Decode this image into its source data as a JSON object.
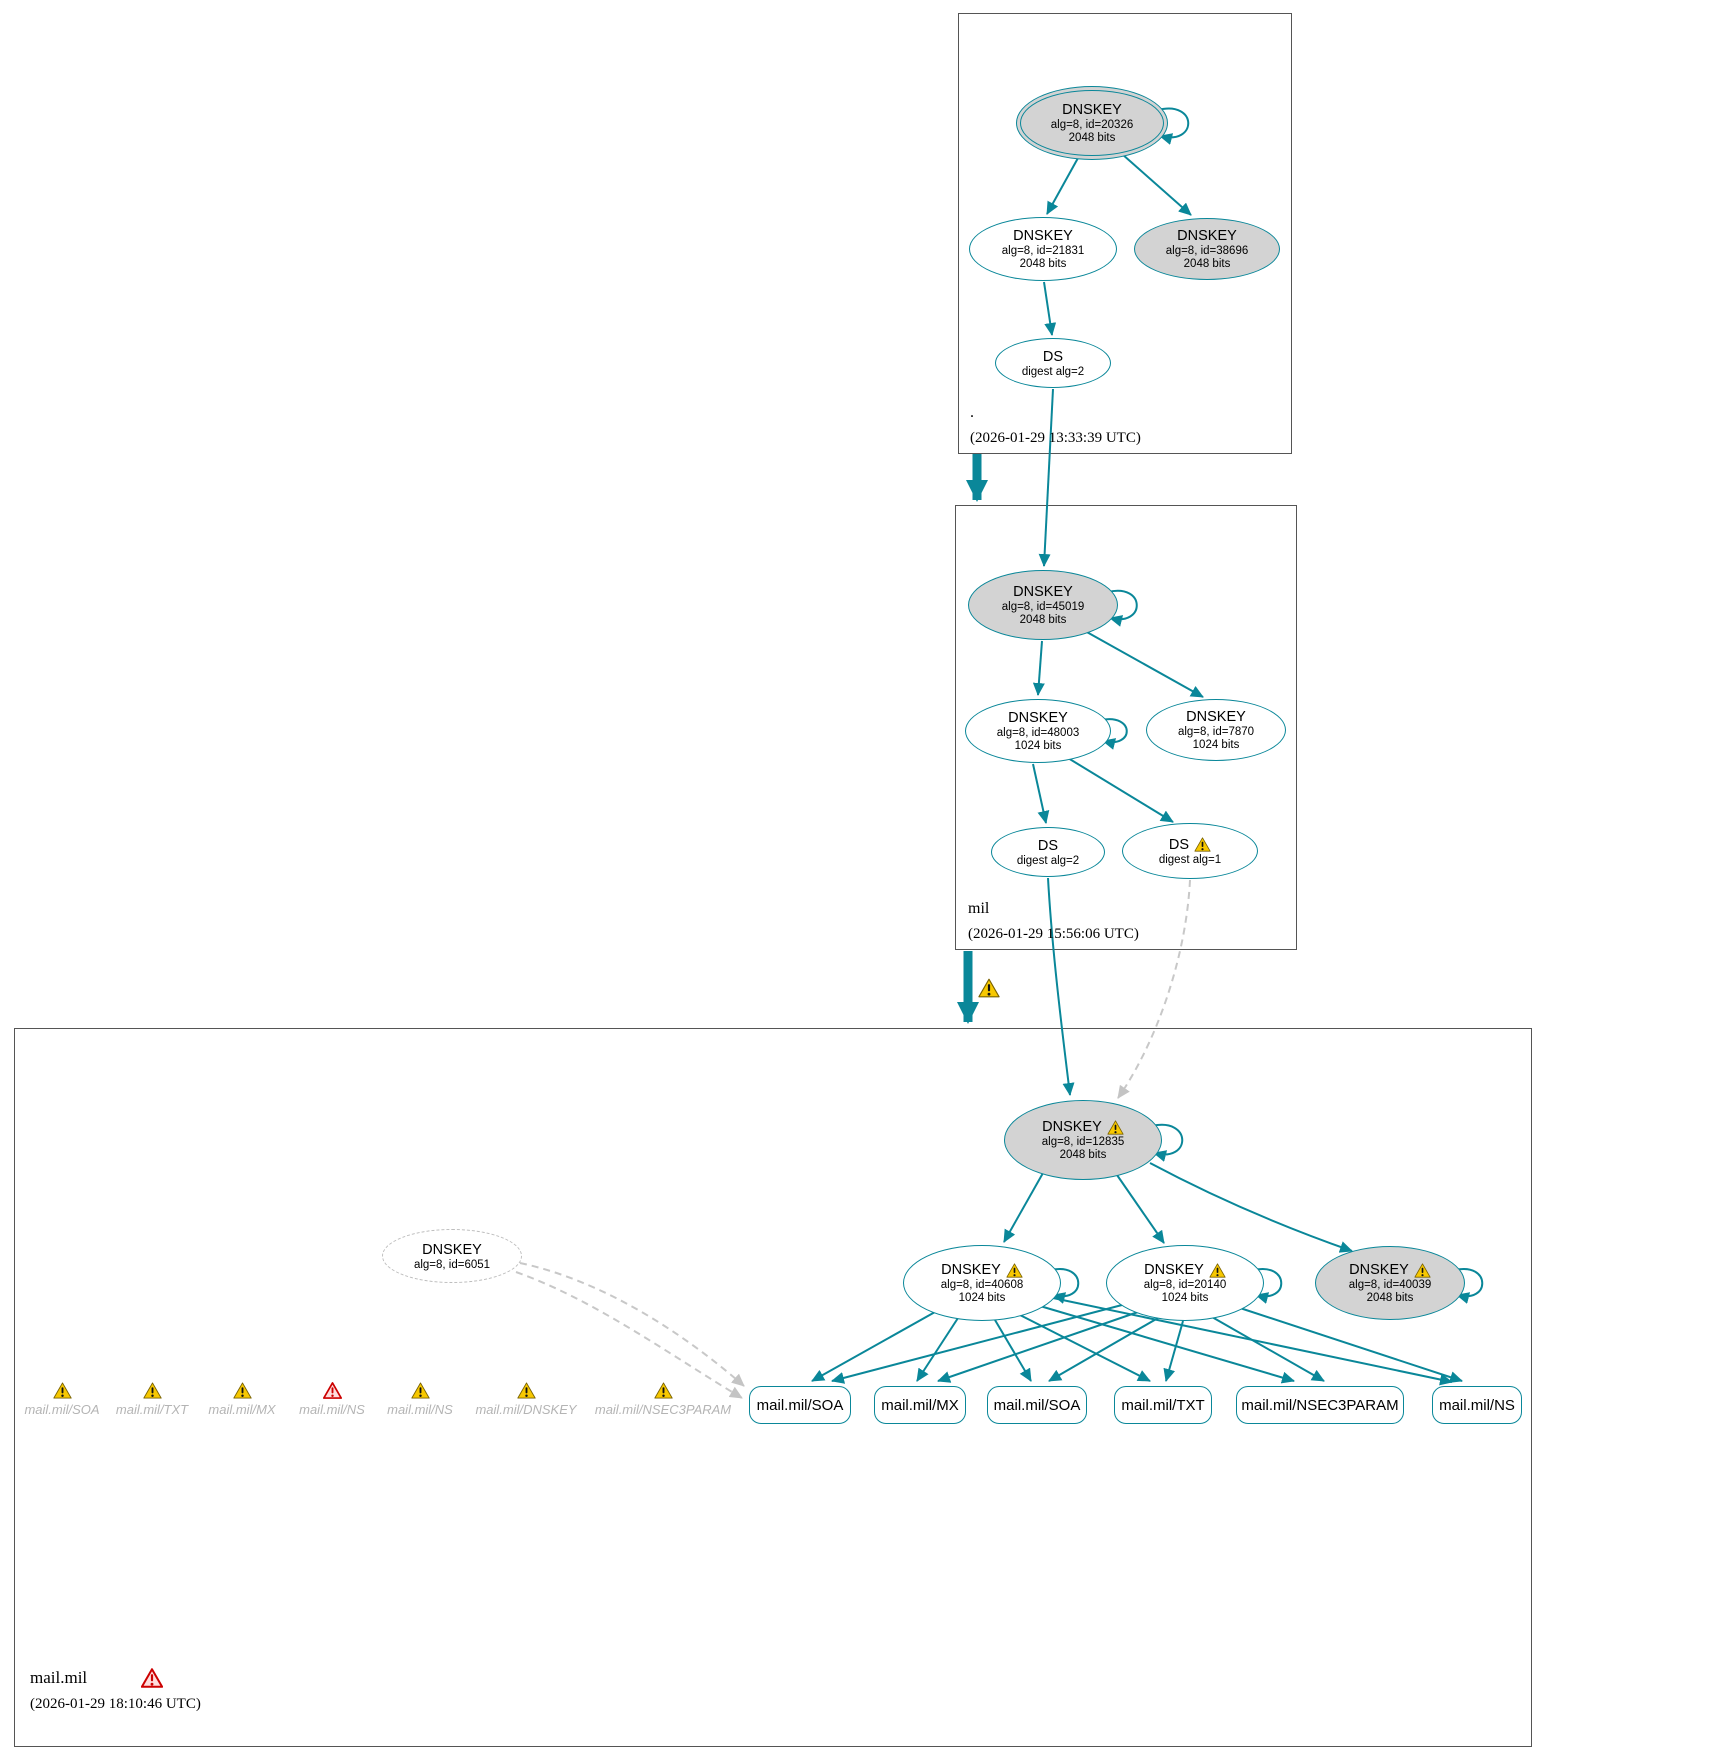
{
  "colors": {
    "edge_teal": "#0a8799",
    "ksk_fill_gray": "#d3d3d3",
    "warning_yellow": "#f7c800",
    "error_red": "#cc0000",
    "ghost_gray": "#b4b4b4"
  },
  "zones": {
    "root": {
      "label": ".",
      "timestamp": "(2026-01-29 13:33:39 UTC)",
      "nodes": {
        "ksk20326": {
          "title": "DNSKEY",
          "line2": "alg=8, id=20326",
          "line3": "2048 bits"
        },
        "zsk21831": {
          "title": "DNSKEY",
          "line2": "alg=8, id=21831",
          "line3": "2048 bits"
        },
        "key38696": {
          "title": "DNSKEY",
          "line2": "alg=8, id=38696",
          "line3": "2048 bits"
        },
        "ds": {
          "title": "DS",
          "line2": "digest alg=2"
        }
      }
    },
    "mil": {
      "label": "mil",
      "timestamp": "(2026-01-29 15:56:06 UTC)",
      "nodes": {
        "ksk45019": {
          "title": "DNSKEY",
          "line2": "alg=8, id=45019",
          "line3": "2048 bits"
        },
        "zsk48003": {
          "title": "DNSKEY",
          "line2": "alg=8, id=48003",
          "line3": "1024 bits"
        },
        "key7870": {
          "title": "DNSKEY",
          "line2": "alg=8, id=7870",
          "line3": "1024 bits"
        },
        "ds2": {
          "title": "DS",
          "line2": "digest alg=2"
        },
        "ds1": {
          "title": "DS",
          "line2": "digest alg=1"
        }
      }
    },
    "mail_mil": {
      "label": "mail.mil",
      "timestamp": "(2026-01-29 18:10:46 UTC)",
      "nodes": {
        "ksk12835": {
          "title": "DNSKEY",
          "line2": "alg=8, id=12835",
          "line3": "2048 bits"
        },
        "zsk40608": {
          "title": "DNSKEY",
          "line2": "alg=8, id=40608",
          "line3": "1024 bits"
        },
        "zsk20140": {
          "title": "DNSKEY",
          "line2": "alg=8, id=20140",
          "line3": "1024 bits"
        },
        "key40039": {
          "title": "DNSKEY",
          "line2": "alg=8, id=40039",
          "line3": "2048 bits"
        },
        "ghost6051": {
          "title": "DNSKEY",
          "line2": "alg=8, id=6051"
        }
      },
      "rrsets": {
        "soa1": "mail.mil/SOA",
        "mx": "mail.mil/MX",
        "soa2": "mail.mil/SOA",
        "txt": "mail.mil/TXT",
        "nsec3param": "mail.mil/NSEC3PARAM",
        "ns": "mail.mil/NS"
      },
      "negative_rrsets": [
        {
          "label": "mail.mil/SOA",
          "status": "warning"
        },
        {
          "label": "mail.mil/TXT",
          "status": "warning"
        },
        {
          "label": "mail.mil/MX",
          "status": "warning"
        },
        {
          "label": "mail.mil/NS",
          "status": "error"
        },
        {
          "label": "mail.mil/NS",
          "status": "warning"
        },
        {
          "label": "mail.mil/DNSKEY",
          "status": "warning"
        },
        {
          "label": "mail.mil/NSEC3PARAM",
          "status": "warning"
        }
      ]
    }
  }
}
